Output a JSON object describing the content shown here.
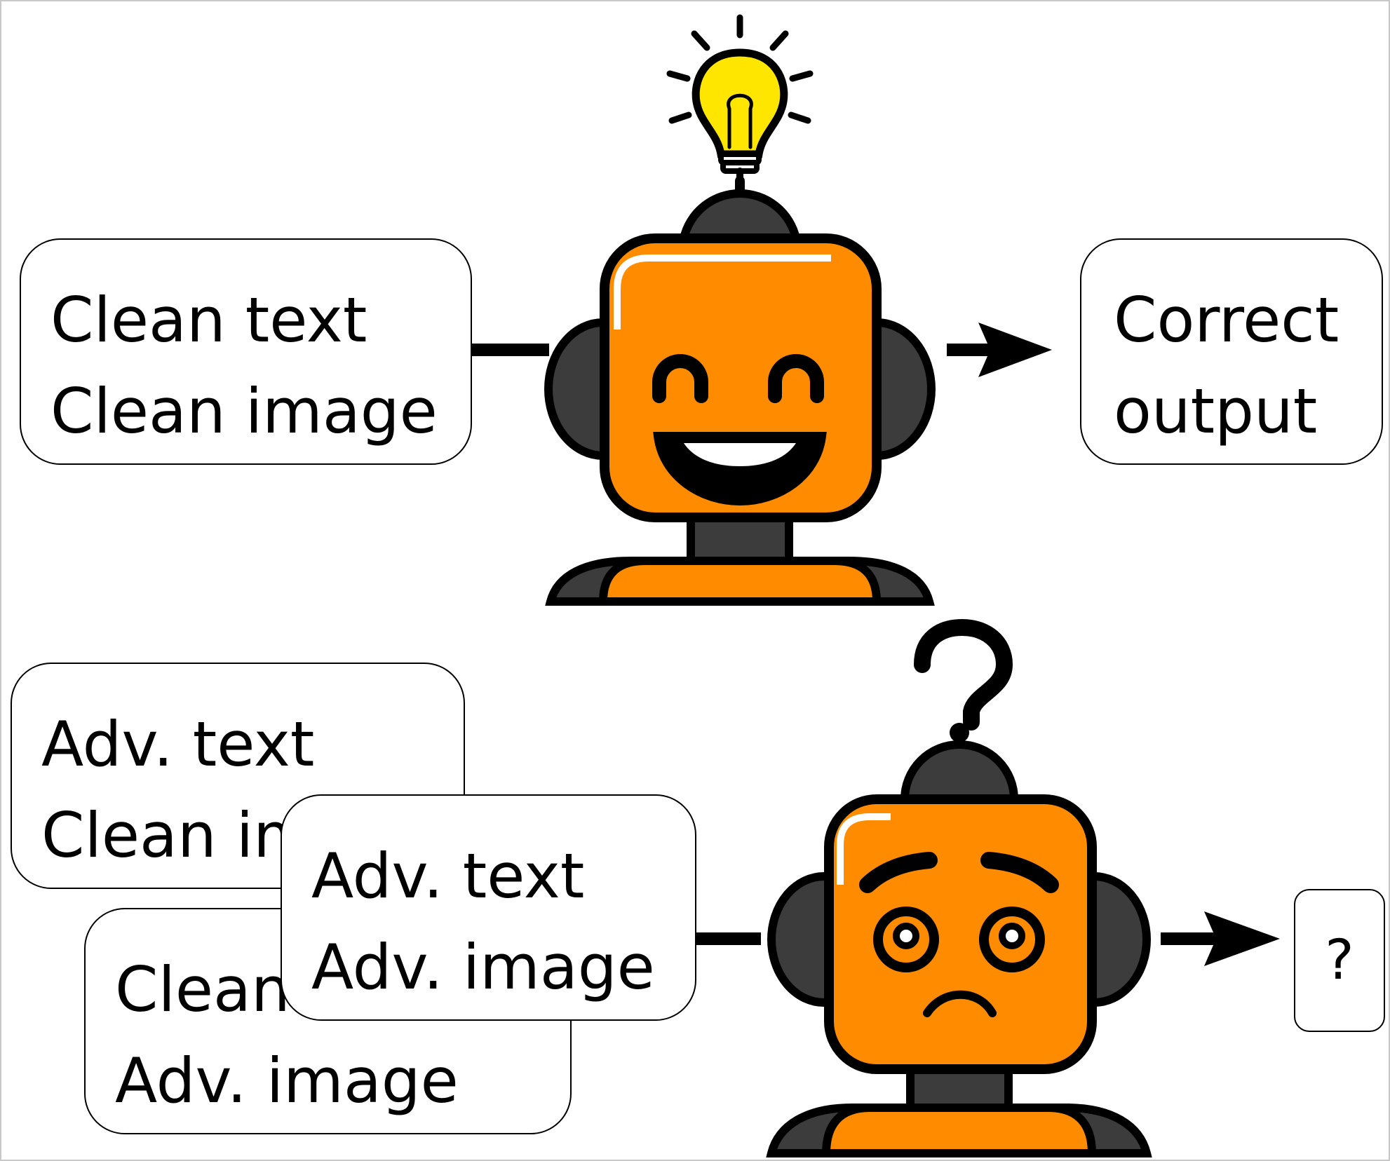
{
  "colors": {
    "robot_orange": "#ff8c00",
    "robot_dark": "#3c3c3c",
    "outline": "#000000",
    "bulb_yellow": "#ffe600"
  },
  "icons": [
    "lightbulb-icon",
    "question-mark-icon",
    "happy-robot-icon",
    "confused-robot-icon",
    "arrow-right-icon"
  ],
  "top_row": {
    "input": {
      "line1": "Clean text",
      "line2": "Clean image"
    },
    "output": {
      "line1": "Correct",
      "line2": "output"
    }
  },
  "bottom_row": {
    "inputs": [
      {
        "line1": "Adv. text",
        "line2": "Clean image"
      },
      {
        "line1": "Clean text",
        "line2": "Adv. image"
      },
      {
        "line1": "Adv. text",
        "line2": "Adv. image"
      }
    ],
    "output": "?"
  }
}
